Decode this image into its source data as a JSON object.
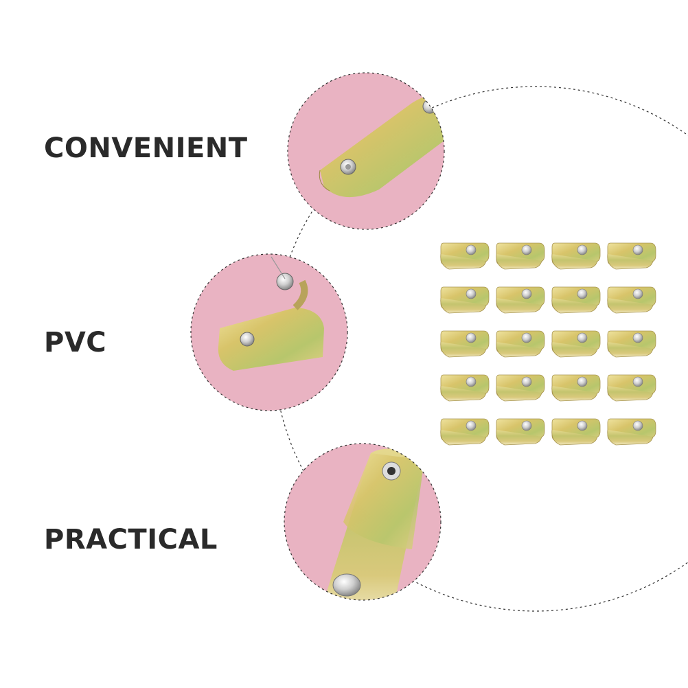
{
  "features": [
    {
      "label": "CONVENIENT"
    },
    {
      "label": "PVC"
    },
    {
      "label": "PRACTICAL"
    }
  ],
  "colors": {
    "background": "#ffffff",
    "text": "#2a2a2a",
    "circle_fill": "#e9b3c2",
    "circle_stroke": "#3a3a3a",
    "clip_gold": "#d8c46a",
    "clip_green": "#b7c66c",
    "clip_highlight": "#efe6b8",
    "rivet": "#cfcfcf"
  },
  "product_grid": {
    "rows": 5,
    "columns": 4
  },
  "icons": [
    "leather-clip-closeup",
    "snap-rivet",
    "clip-product"
  ]
}
